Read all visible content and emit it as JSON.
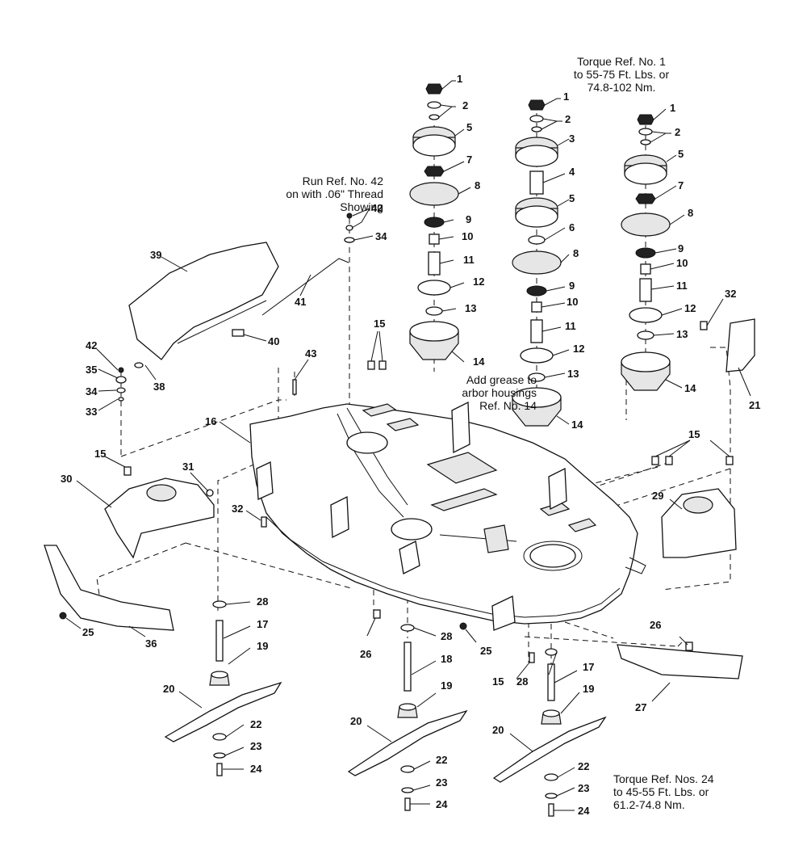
{
  "notes": {
    "torque_arbor": "Torque Ref. No. 1\nto 55-75 Ft. Lbs. or\n74.8-102 Nm.",
    "thread": "Run Ref. No. 42\non with .06\" Thread\nShowing",
    "grease": "Add grease to\narbor housings\nRef. No. 14",
    "torque_blade": "Torque Ref. Nos. 24\nto 45-55 Ft. Lbs. or\n61.2-74.8 Nm."
  },
  "callouts": [
    {
      "id": "c1a",
      "text": "1"
    },
    {
      "id": "c2a",
      "text": "2"
    },
    {
      "id": "c5a",
      "text": "5"
    },
    {
      "id": "c7a",
      "text": "7"
    },
    {
      "id": "c8a",
      "text": "8"
    },
    {
      "id": "c9a",
      "text": "9"
    },
    {
      "id": "c10a",
      "text": "10"
    },
    {
      "id": "c11a",
      "text": "11"
    },
    {
      "id": "c12a",
      "text": "12"
    },
    {
      "id": "c13a",
      "text": "13"
    },
    {
      "id": "c14a",
      "text": "14"
    },
    {
      "id": "c1b",
      "text": "1"
    },
    {
      "id": "c2b",
      "text": "2"
    },
    {
      "id": "c3b",
      "text": "3"
    },
    {
      "id": "c4b",
      "text": "4"
    },
    {
      "id": "c5b",
      "text": "5"
    },
    {
      "id": "c6b",
      "text": "6"
    },
    {
      "id": "c8b",
      "text": "8"
    },
    {
      "id": "c9b",
      "text": "9"
    },
    {
      "id": "c10b",
      "text": "10"
    },
    {
      "id": "c11b",
      "text": "11"
    },
    {
      "id": "c12b",
      "text": "12"
    },
    {
      "id": "c13b",
      "text": "13"
    },
    {
      "id": "c14b",
      "text": "14"
    },
    {
      "id": "c1c",
      "text": "1"
    },
    {
      "id": "c2c",
      "text": "2"
    },
    {
      "id": "c5c",
      "text": "5"
    },
    {
      "id": "c7c",
      "text": "7"
    },
    {
      "id": "c8c",
      "text": "8"
    },
    {
      "id": "c9c",
      "text": "9"
    },
    {
      "id": "c10c",
      "text": "10"
    },
    {
      "id": "c11c",
      "text": "11"
    },
    {
      "id": "c12c",
      "text": "12"
    },
    {
      "id": "c13c",
      "text": "13"
    },
    {
      "id": "c14c",
      "text": "14"
    },
    {
      "id": "c42a",
      "text": "42"
    },
    {
      "id": "c34a",
      "text": "34"
    },
    {
      "id": "c39",
      "text": "39"
    },
    {
      "id": "c41",
      "text": "41"
    },
    {
      "id": "c40",
      "text": "40"
    },
    {
      "id": "c42b",
      "text": "42"
    },
    {
      "id": "c35",
      "text": "35"
    },
    {
      "id": "c34b",
      "text": "34"
    },
    {
      "id": "c33",
      "text": "33"
    },
    {
      "id": "c38",
      "text": "38"
    },
    {
      "id": "c15a",
      "text": "15"
    },
    {
      "id": "c43",
      "text": "43"
    },
    {
      "id": "c16",
      "text": "16"
    },
    {
      "id": "c15b",
      "text": "15"
    },
    {
      "id": "c31",
      "text": "31"
    },
    {
      "id": "c30",
      "text": "30"
    },
    {
      "id": "c32a",
      "text": "32"
    },
    {
      "id": "c32b",
      "text": "32"
    },
    {
      "id": "c21",
      "text": "21"
    },
    {
      "id": "c15c",
      "text": "15"
    },
    {
      "id": "c29",
      "text": "29"
    },
    {
      "id": "c28a",
      "text": "28"
    },
    {
      "id": "c17a",
      "text": "17"
    },
    {
      "id": "c19a",
      "text": "19"
    },
    {
      "id": "c25a",
      "text": "25"
    },
    {
      "id": "c36",
      "text": "36"
    },
    {
      "id": "c20a",
      "text": "20"
    },
    {
      "id": "c22a",
      "text": "22"
    },
    {
      "id": "c23a",
      "text": "23"
    },
    {
      "id": "c24a",
      "text": "24"
    },
    {
      "id": "c26a",
      "text": "26"
    },
    {
      "id": "c28b",
      "text": "28"
    },
    {
      "id": "c18",
      "text": "18"
    },
    {
      "id": "c19b",
      "text": "19"
    },
    {
      "id": "c25b",
      "text": "25"
    },
    {
      "id": "c20b",
      "text": "20"
    },
    {
      "id": "c22b",
      "text": "22"
    },
    {
      "id": "c23b",
      "text": "23"
    },
    {
      "id": "c24b",
      "text": "24"
    },
    {
      "id": "c15d",
      "text": "15"
    },
    {
      "id": "c28c",
      "text": "28"
    },
    {
      "id": "c17b",
      "text": "17"
    },
    {
      "id": "c19c",
      "text": "19"
    },
    {
      "id": "c26b",
      "text": "26"
    },
    {
      "id": "c27",
      "text": "27"
    },
    {
      "id": "c20c",
      "text": "20"
    },
    {
      "id": "c22c",
      "text": "22"
    },
    {
      "id": "c23c",
      "text": "23"
    },
    {
      "id": "c24c",
      "text": "24"
    }
  ]
}
